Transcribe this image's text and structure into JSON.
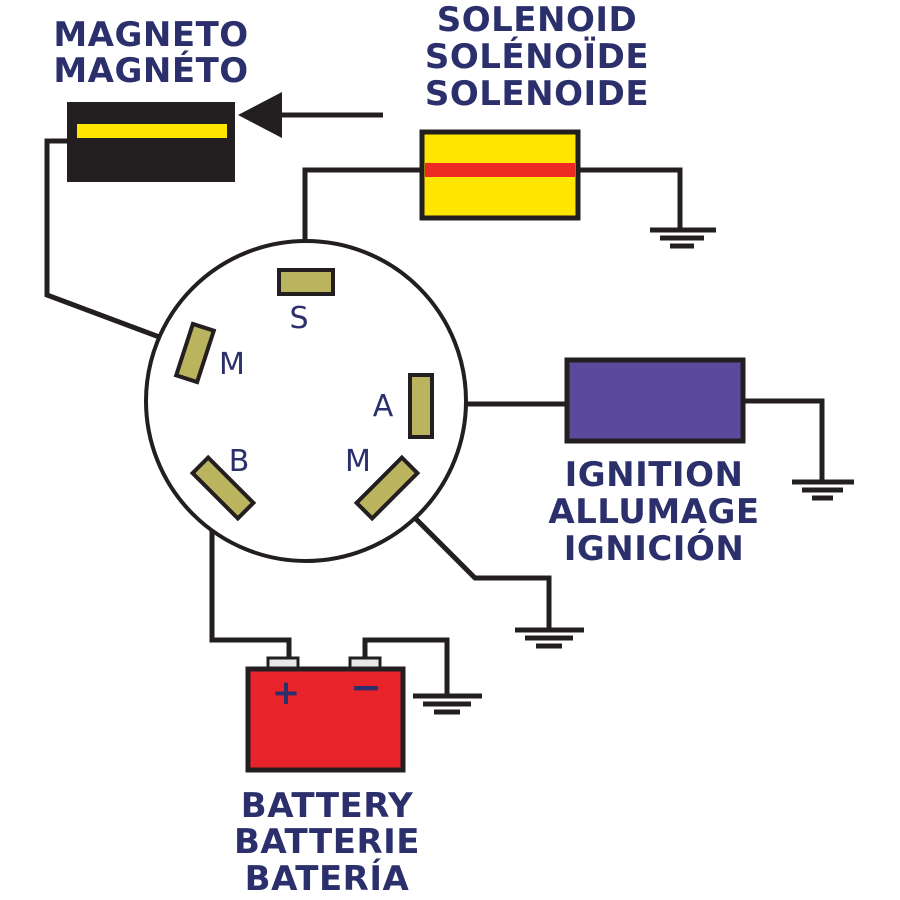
{
  "labels": {
    "magneto": [
      "MAGNETO",
      "MAGNÉTO"
    ],
    "solenoid": [
      "SOLENOID",
      "SOLÉNOÏDE",
      "SOLENOIDE"
    ],
    "ignition": [
      "IGNITION",
      "ALLUMAGE",
      "IGNICIÓN"
    ],
    "battery": [
      "BATTERY",
      "BATTERIE",
      "BATERÍA"
    ]
  },
  "terminals": {
    "s": "S",
    "m_left": "M",
    "a": "A",
    "b": "B",
    "m_right": "M"
  },
  "battery_signs": {
    "positive": "+",
    "negative": "−"
  },
  "colors": {
    "text": "#2b2f6b",
    "wire": "#231f20",
    "terminal": "#bbb45f",
    "magneto_body": "#231f20",
    "magneto_stripe": "#ffe600",
    "solenoid_body": "#ffe600",
    "solenoid_stripe": "#ee2a24",
    "ignition_body": "#5b4a9c",
    "battery_body": "#e8232a"
  }
}
